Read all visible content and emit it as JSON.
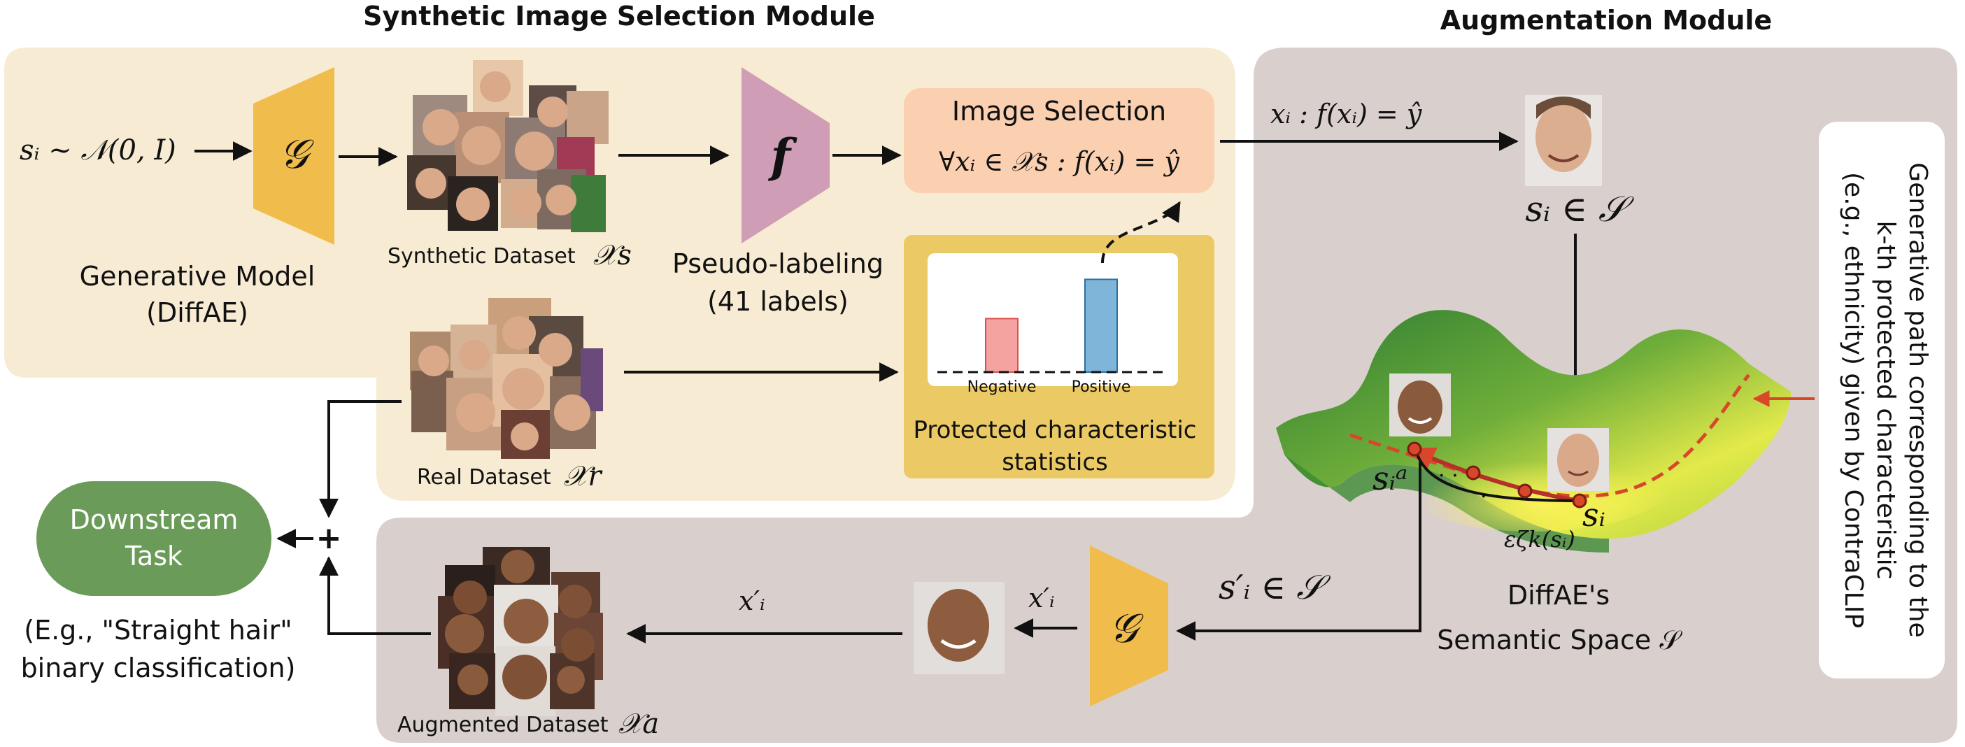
{
  "modules": {
    "selection_title": "Synthetic Image Selection Module",
    "augmentation_title": "Augmentation Module"
  },
  "latent_input": "sᵢ ~ 𝒩(0, I)",
  "generator": {
    "symbol": "𝒢",
    "label_line1": "Generative Model",
    "label_line2": "(DiffAE)"
  },
  "synthetic_dataset": {
    "label": "Synthetic Dataset",
    "symbol": "𝒳s"
  },
  "classifier": {
    "symbol": "f",
    "label_line1": "Pseudo-labeling",
    "label_line2": "(41 labels)"
  },
  "image_selection": {
    "title": "Image Selection",
    "formula": "∀xᵢ ∈ 𝒳s : f(xᵢ) = ŷ"
  },
  "stats_panel": {
    "label_line1": "Protected characteristic",
    "label_line2": "statistics"
  },
  "chart_data": {
    "type": "bar",
    "categories": [
      "Negative",
      "Positive"
    ],
    "values": [
      0.45,
      0.78
    ],
    "colors": [
      "#f4a3a0",
      "#7fb5d9"
    ],
    "ylim": [
      0,
      1
    ]
  },
  "real_dataset": {
    "label": "Real Dataset",
    "symbol": "𝒳r"
  },
  "downstream": {
    "label_line1": "Downstream",
    "label_line2": "Task",
    "note_line1": "(E.g., \"Straight hair\"",
    "note_line2": "binary classification)"
  },
  "combine_symbol": "+",
  "augmentation": {
    "selected_arrow_label": "xᵢ : f(xᵢ) = ŷ",
    "latent_in_space": "sᵢ ∈ 𝒮",
    "edited_latent": "s′ᵢ ∈ 𝒮",
    "path_anchor": "sᵢᵃ",
    "path_start": "sᵢ",
    "path_step": "εζk(sᵢ)",
    "space_label_line1": "DiffAE's",
    "space_label_line2": "Semantic Space 𝒮",
    "decoded_label_1": "x′ᵢ",
    "decoded_label_2": "x′ᵢ",
    "generator_symbol": "𝒢"
  },
  "augmented_dataset": {
    "label": "Augmented Dataset",
    "symbol": "𝒳a"
  },
  "contraclip": {
    "line1": "Generative path corresponding to the",
    "line2": "k-th protected characteristic",
    "line3": "(e.g., ethnicity) given by ContraCLIP"
  },
  "colors": {
    "selection_bg": "#f7ecd3",
    "augmentation_bg": "#d9cfcd",
    "generator": "#f0bd4d",
    "classifier": "#cf9db5",
    "image_selection_box": "#fbd0b1",
    "stats_box": "#ebc965",
    "downstream": "#6a9b59",
    "path_red": "#d9472b"
  }
}
